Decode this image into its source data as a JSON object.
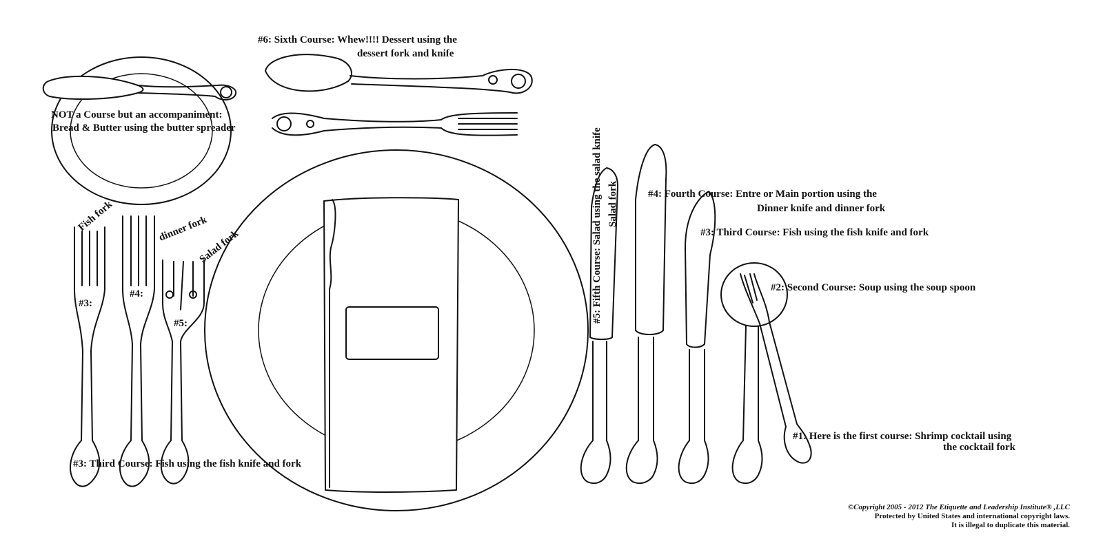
{
  "labels": {
    "sixth_course": "#6:  Sixth Course:  Whew!!!! Dessert using the",
    "sixth_course_2": "dessert fork and knife",
    "bread": "NOT a Course but an accompaniment:",
    "bread_2": "Bread & Butter using the butter spreader",
    "fish_fork": "Fish fork",
    "dinner_fork": "dinner fork",
    "salad_fork": "Salad fork",
    "num3_fork": "#3:",
    "num4_fork": "#4:",
    "num5_fork": "#5:",
    "bottom_third": "#3:  Third Course:  Fish using the fish knife and fork",
    "fifth_course": "#5:  Fifth Course:  Salad using the salad knife",
    "salad_knife": "Salad fork",
    "fourth_course": "#4:  Fourth Course:  Entre or Main portion using the",
    "fourth_course_2": "Dinner knife and dinner fork",
    "third_course": "#3:  Third Course:  Fish using the fish knife and fork",
    "second_course": "#2:  Second Course:  Soup using the soup spoon",
    "first_course": "#1:  Here is the first course:  Shrimp cocktail using",
    "first_course_2": "the cocktail fork"
  },
  "copyright": {
    "line1": "©Copyright 2005 - 2012 The Etiquette and Leadership Institute® ,LLC",
    "line2": "Protected by United States and international copyright laws.",
    "line3": "It is illegal to duplicate this material."
  }
}
